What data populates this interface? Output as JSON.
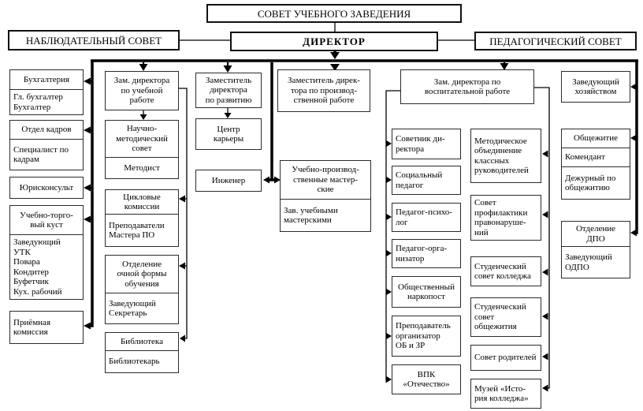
{
  "colors": {
    "line": "#000000",
    "box_border": "#2b2b2b",
    "background": "#ffffff"
  },
  "boxes": {
    "council": "СОВЕТ УЧЕБНОГО ЗАВЕДЕНИЯ",
    "supervisory": "НАБЛЮДАТЕЛЬНЫЙ СОВЕТ",
    "director": "ДИРЕКТОР",
    "pedagogical": "ПЕДАГОГИЧЕСКИЙ СОВЕТ",
    "accounting_head": "Бухгалтерия",
    "accounting_staff": "Гл. бухгалтер\nБухгалтер",
    "hr_head": "Отдел кадров",
    "hr_staff": "Специалист по\nкадрам",
    "legal": "Юрисконсульт",
    "utk_head": "Учебно-торго-\nвый куст",
    "utk_staff": "Заведующий УТК\nПовара\nКондитер\nБуфетчик\nКух. рабочий",
    "admission": "Приёмная\nкомиссия",
    "deputy_academic": "Зам. директора\nпо учебной\nработе",
    "method_council": "Научно-\nметодический\nсовет",
    "methodist": "Методист",
    "cycle_head": "Цикловые\nкомиссии",
    "cycle_staff": "Преподаватели\nМастера ПО",
    "fulltime_head": "Отделение\nочной формы\nобучения",
    "fulltime_staff": "Заведующий\nСекретарь",
    "library_head": "Библиотека",
    "library_staff": "Библиотекарь",
    "deputy_development": "Заместитель\nдиректора\nпо развитию",
    "career_center": "Центр\nкарьеры",
    "engineer": "Инженер",
    "deputy_production": "Заместитель дирек-\nтора по производ-\nственной работе",
    "workshops_head": "Учебно-производ-\nственные мастер-\nские",
    "workshops_staff": "Зав. учебными\nмастерскими",
    "deputy_upbringing": "Зам. директора по\nвоспитательной работе",
    "advisor": "Советник ди-\nректора",
    "social_pedagogue": "Социальный\nпедагог",
    "psychologist": "Педагог-психо-\nлог",
    "organizer": "Педагог-орга-\nнизатор",
    "narcopost": "Общественный\nнаркопост",
    "ob_teacher": "Преподаватель\nорганизатор\nОБ и ЗР",
    "vpk": "ВПК\n«Отечество»",
    "class_assoc": "Методическое\nобъединение\nклассных\nруководителей",
    "prevention": "Совет\nпрофилактики\nправонаруше-\nний",
    "student_college": "Студенческий\nсовет колледжа",
    "student_dorm": "Студенческий\nсовет\nобщежития",
    "parents": "Совет родителей",
    "museum": "Музей «Исто-\nрия колледжа»",
    "household": "Заведующий\nхозяйством",
    "dorm_head": "Общежитие",
    "commandant": "Комендант",
    "dorm_duty": "Дежурный по\nобщежитию",
    "dpo_head": "Отделение\nДПО",
    "odpo_staff": "Заведующий\nОДПО"
  }
}
